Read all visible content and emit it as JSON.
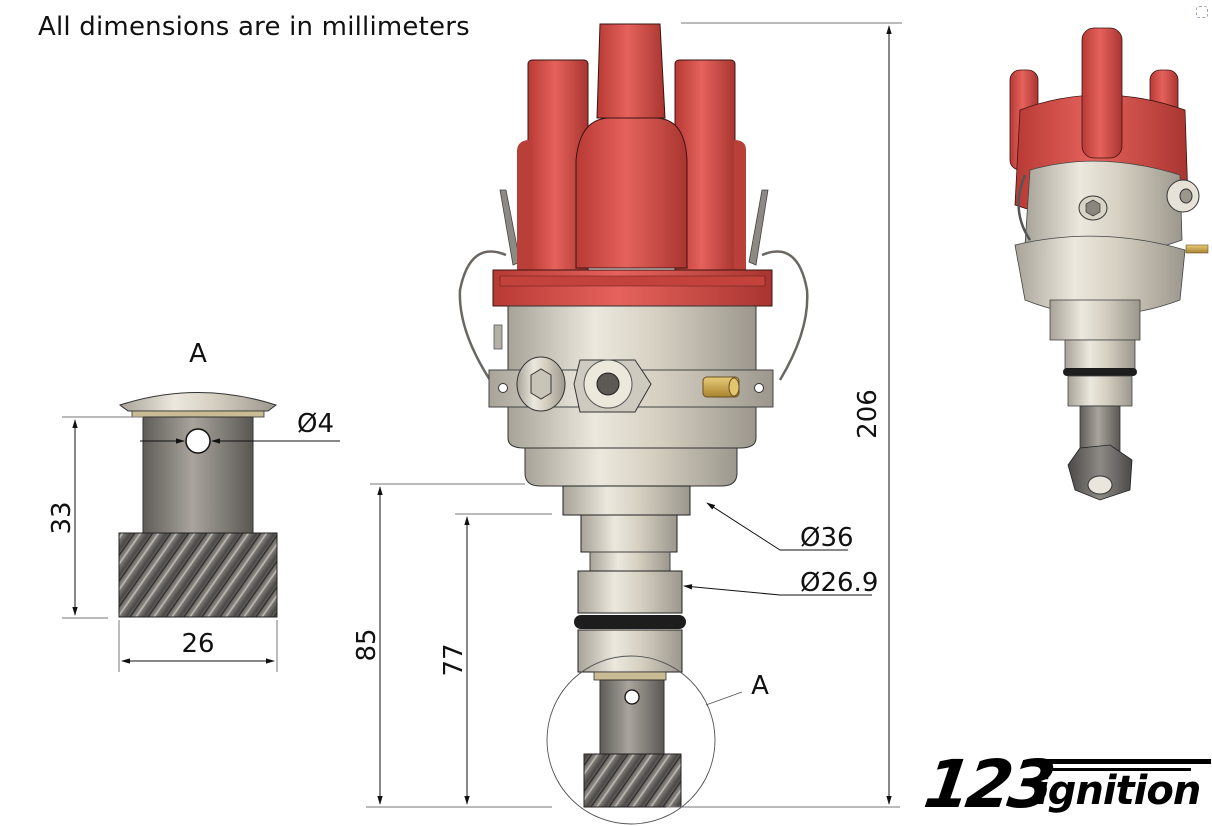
{
  "header": {
    "note": "All dimensions are in millimeters"
  },
  "detail_view": {
    "label": "A",
    "dimensions": {
      "hole_diameter": "Ø4",
      "height": "33",
      "gear_width": "26"
    }
  },
  "front_view": {
    "dimensions": {
      "overall_height": "206",
      "flange_to_bottom": "85",
      "shaft_length": "77",
      "body_diameter": "Ø36",
      "shaft_diameter": "Ø26.9"
    },
    "detail_callout": "A"
  },
  "isometric_view": {
    "description": "3D view of distributor"
  },
  "logo": {
    "number": "123",
    "word": "ignition"
  },
  "colors": {
    "cap_red": "#c9463f",
    "cap_red_light": "#e4605a",
    "metal": "#d8d2c4",
    "metal_dark": "#8f8a82",
    "gear": "#6f6d6a",
    "brass": "#c8a24a",
    "line": "#555555"
  }
}
